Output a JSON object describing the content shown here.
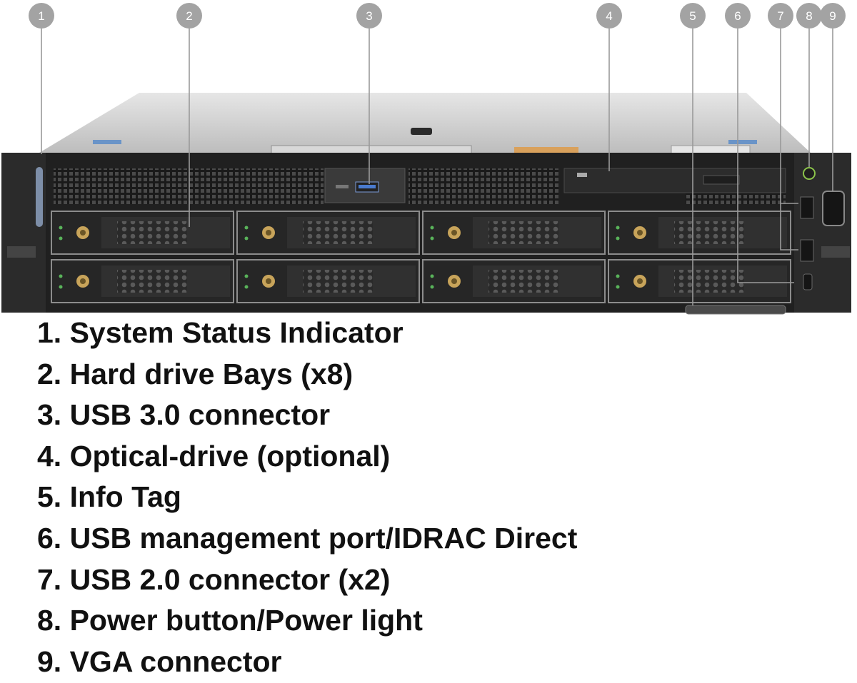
{
  "callouts": [
    {
      "num": "1"
    },
    {
      "num": "2"
    },
    {
      "num": "3"
    },
    {
      "num": "4"
    },
    {
      "num": "5"
    },
    {
      "num": "6"
    },
    {
      "num": "7"
    },
    {
      "num": "8"
    },
    {
      "num": "9"
    }
  ],
  "legend": [
    "1. System Status Indicator",
    "2. Hard drive Bays (x8)",
    "3. USB 3.0 connector",
    "4. Optical-drive (optional)",
    "5. Info Tag",
    "6. USB management port/IDRAC Direct",
    "7. USB 2.0 connector (x2)",
    "8. Power button/Power light",
    "9. VGA connector"
  ],
  "colors": {
    "chassis": "#1f1f1f",
    "lid": "#cfcfcf",
    "callout": "#a3a3a3",
    "drive_latch": "#c8a45a"
  }
}
